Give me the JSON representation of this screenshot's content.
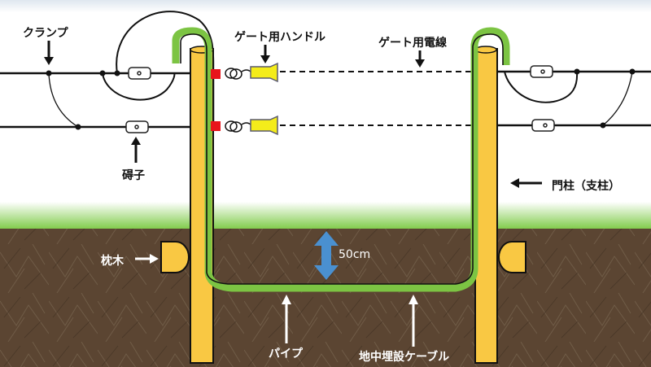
{
  "labels": {
    "clamp": "クランプ",
    "insulator": "碍子",
    "gate_handle": "ゲート用ハンドル",
    "gate_wire": "ゲート用電線",
    "gate_post": "門柱（支柱）",
    "sleeper": "枕木",
    "depth": "50cm",
    "pipe": "パイプ",
    "buried_cable": "地中埋設ケーブル"
  },
  "colors": {
    "post": "#f9c843",
    "pipe": "#7cc443",
    "handle": "#f4ec1a",
    "connector": "#e8141b",
    "depth_arrow": "#4a90d0",
    "soil": "#5b4532",
    "grass": "#7ecb48"
  }
}
